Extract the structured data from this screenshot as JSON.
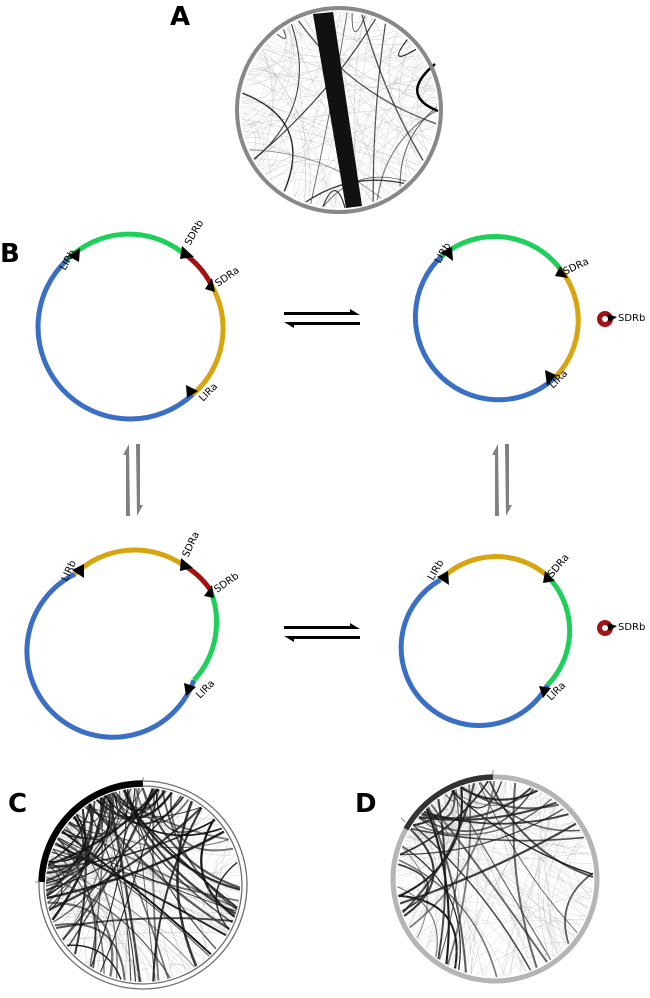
{
  "panels": {
    "A": {
      "letter": "A"
    },
    "B": {
      "letter": "B",
      "labels": {
        "LIRa": "LIRa",
        "LIRb": "LIRb",
        "SDRa": "SDRa",
        "SDRb": "SDRb"
      }
    },
    "C": {
      "letter": "C"
    },
    "D": {
      "letter": "D"
    }
  },
  "colors": {
    "blue": "#3b6fc4",
    "green": "#1ed05a",
    "yellow": "#d6a50f",
    "red": "#a31313",
    "arrow_black": "#000000",
    "arrow_grey": "#808080",
    "ring_grey": "#808080",
    "ring_light": "#b5b5b5"
  }
}
